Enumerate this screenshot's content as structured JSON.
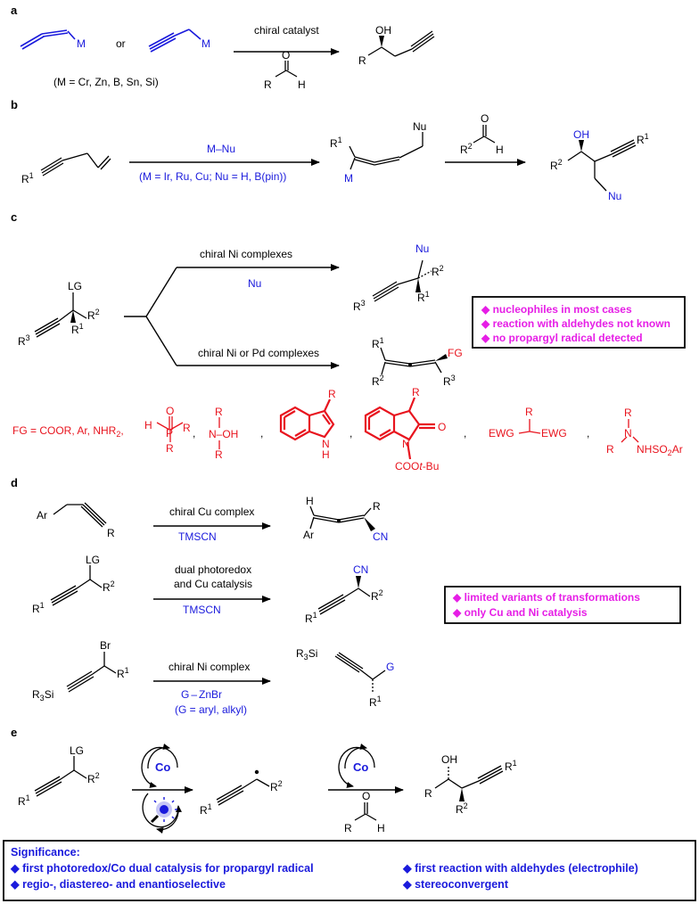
{
  "sections": {
    "a": {
      "label": "a",
      "reagent_or": "or",
      "metal_M": "M",
      "metals_note": "(M = Cr, Zn, B, Sn, Si)",
      "catalyst": "chiral catalyst",
      "aldehyde_R": "R",
      "aldehyde_H": "H",
      "aldehyde_O": "O",
      "product_OH": "OH",
      "product_R": "R"
    },
    "b": {
      "label": "b",
      "sm_R1": "R1",
      "reagent": "M–Nu",
      "reagent_note": "(M = Ir, Ru, Cu; Nu = H, B(pin))",
      "int_R1": "R1",
      "int_M": "M",
      "int_Nu": "Nu",
      "aldehyde_R2": "R2",
      "aldehyde_H": "H",
      "aldehyde_O": "O",
      "prod_OH": "OH",
      "prod_R2": "R2",
      "prod_R1": "R1",
      "prod_Nu": "Nu"
    },
    "c": {
      "label": "c",
      "sm_LG": "LG",
      "sm_R2": "R2",
      "sm_R1": "R1",
      "sm_R3": "R3",
      "upper_cond": "chiral Ni complexes",
      "upper_reagent": "Nu",
      "upper_Nu": "Nu",
      "upper_R2": "R2",
      "upper_R1": "R1",
      "upper_R3": "R3",
      "lower_cond": "chiral Ni or Pd complexes",
      "lower_R1": "R1",
      "lower_R2": "R2",
      "lower_FG": "FG",
      "lower_R3": "R3",
      "box_lines": [
        "◆ nucleophiles in most cases",
        "◆ reaction with aldehydes not known",
        "◆ no propargyl radical detected"
      ],
      "fg_lead": "FG = COOR, Ar, NHR2,",
      "fg_items": [
        "H",
        "P",
        "O",
        "R",
        "R",
        "N–OH",
        "R",
        "R",
        "R",
        "N",
        "H",
        "R",
        "O",
        "N",
        "COOt-Bu",
        "R",
        "EWG",
        "EWG",
        "R",
        "N",
        "NHSO2Ar",
        "R"
      ]
    },
    "d": {
      "label": "d",
      "r1_Ar": "Ar",
      "r1_R": "R",
      "r1_cond": "chiral Cu complex",
      "r1_reagent": "TMSCN",
      "r1_H": "H",
      "r1_pR": "R",
      "r1_pAr": "Ar",
      "r1_CN": "CN",
      "r2_LG": "LG",
      "r2_R1": "R1",
      "r2_R2": "R2",
      "r2_cond1": "dual photoredox",
      "r2_cond2": "and Cu catalysis",
      "r2_reagent": "TMSCN",
      "r2_CN": "CN",
      "r2_pR1": "R1",
      "r2_pR2": "R2",
      "r3_Br": "Br",
      "r3_R1": "R1",
      "r3_R3Si": "R3Si",
      "r3_cond": "chiral Ni complex",
      "r3_reagent": "G–ZnBr",
      "r3_note": "(G = aryl, alkyl)",
      "r3_pR3Si": "R3Si",
      "r3_G": "G",
      "r3_pR1": "R1",
      "box_lines": [
        "◆ limited variants of transformations",
        "◆ only Cu and Ni catalysis"
      ]
    },
    "e": {
      "label": "e",
      "sm_LG": "LG",
      "sm_R1": "R1",
      "sm_R2": "R2",
      "co_top": "Co",
      "rad_R1": "R1",
      "rad_R2": "R2",
      "co_right": "Co",
      "ald_R": "R",
      "ald_H": "H",
      "ald_O": "O",
      "prod_OH": "OH",
      "prod_R": "R",
      "prod_R1": "R1",
      "prod_R2": "R2"
    }
  },
  "significance": {
    "title": "Significance:",
    "items": [
      "◆ first photoredox/Co dual catalysis for propargyl radical",
      "◆ first reaction with aldehydes (electrophile)",
      "◆ regio-, diastereo- and enantioselective",
      "◆ stereoconvergent"
    ]
  },
  "colors": {
    "blue": "#1a1adc",
    "magenta": "#e61ee6",
    "red": "#e8141e",
    "black": "#000000"
  }
}
